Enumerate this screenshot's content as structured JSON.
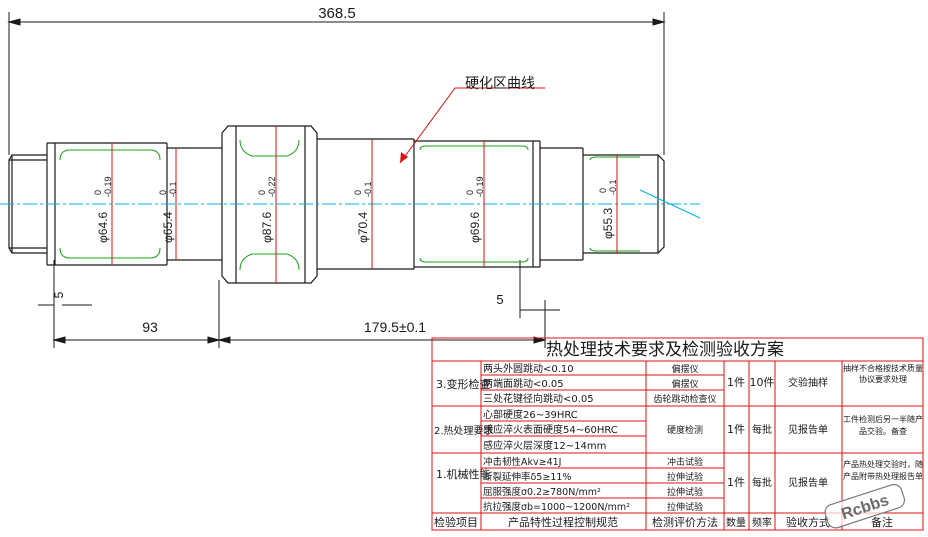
{
  "drawing": {
    "overall_length": "368.5",
    "callout": "硬化区曲线",
    "dia_1": "φ64.6",
    "dia_1_tol_upper": "0",
    "dia_1_tol_lower": "-0.19",
    "dia_2": "φ65.4",
    "dia_2_tol_upper": "0",
    "dia_2_tol_lower": "-0.1",
    "dia_3": "φ87.6",
    "dia_3_tol_upper": "0",
    "dia_3_tol_lower": "-0.22",
    "dia_4": "φ70.4",
    "dia_4_tol_upper": "0",
    "dia_4_tol_lower": "-0.1",
    "dia_5": "φ69.6",
    "dia_5_tol_upper": "0",
    "dia_5_tol_lower": "-0.19",
    "dia_6": "φ55.3",
    "dia_6_tol_upper": "0",
    "dia_6_tol_lower": "-0.1",
    "dim_left_small": "5",
    "dim_right_small": "5",
    "dim_93": "93",
    "dim_179": "179.5±0.1"
  },
  "table": {
    "title": "热处理技术要求及检测验收方案",
    "footer": [
      "检验项目",
      "产品特性过程控制规范",
      "检测评价方法",
      "数量",
      "频率",
      "验收方式",
      "备注"
    ],
    "g1": {
      "item": "3.变形检查",
      "specs": [
        "两头外圆跳动<0.10",
        "两端面跳动<0.05",
        "三处花键径向跳动<0.05"
      ],
      "methods": [
        "偏摆仪",
        "偏摆仪",
        "齿轮跳动检查仪"
      ],
      "qty": "1件",
      "freq": "10件",
      "accept": "交验抽样",
      "note": "抽样不合格按技术质量协议要求处理"
    },
    "g2": {
      "item": "2.热处理要求",
      "specs": [
        "心部硬度26~39HRC",
        "感应淬火表面硬度54~60HRC",
        "感应淬火层深度12~14mm"
      ],
      "method": "硬度检测",
      "qty": "1件",
      "freq": "每批",
      "accept": "见报告单",
      "note": "工件检测后另一半随产品交验。备查"
    },
    "g3": {
      "item": "1.机械性能",
      "specs": [
        "冲击韧性Akv≥41J",
        "断裂延伸率δ5≥11%",
        "屈服强度σ0.2≥780N/mm²",
        "抗拉强度σb=1000~1200N/mm²"
      ],
      "methods": [
        "冲击试验",
        "拉伸试验",
        "拉伸试验",
        "拉伸试验"
      ],
      "qty": "1件",
      "freq": "每批",
      "accept": "见报告单",
      "note": "产品热处理交验时，随产品附带热处理报告单"
    }
  },
  "watermark": "Rcbbs"
}
